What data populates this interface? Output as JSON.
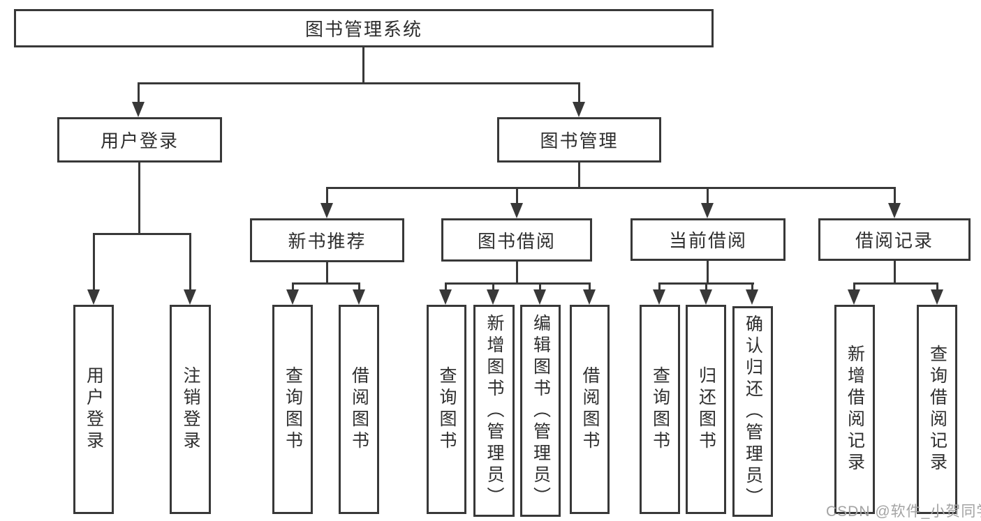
{
  "diagram": {
    "type": "hierarchy-tree",
    "title": "图书管理系统",
    "watermark": "CSDN @软件_小贺同学",
    "colors": {
      "line": "#383838",
      "text": "#2e2e2e",
      "box_bg": "#ffffff",
      "watermark": "#a3a3a3",
      "page_bg": "#ffffff"
    },
    "tree": {
      "label": "图书管理系统",
      "children": [
        {
          "label": "用户登录",
          "children": [
            {
              "label": "用户登录"
            },
            {
              "label": "注销登录"
            }
          ]
        },
        {
          "label": "图书管理",
          "children": [
            {
              "label": "新书推荐",
              "children": [
                {
                  "label": "查询图书"
                },
                {
                  "label": "借阅图书"
                }
              ]
            },
            {
              "label": "图书借阅",
              "children": [
                {
                  "label": "查询图书"
                },
                {
                  "label": "新增图书（管理员）"
                },
                {
                  "label": "编辑图书（管理员）"
                },
                {
                  "label": "借阅图书"
                }
              ]
            },
            {
              "label": "当前借阅",
              "children": [
                {
                  "label": "查询图书"
                },
                {
                  "label": "归还图书"
                },
                {
                  "label": "确认归还（管理员）"
                }
              ]
            },
            {
              "label": "借阅记录",
              "children": [
                {
                  "label": "新增借阅记录"
                },
                {
                  "label": "查询借阅记录"
                }
              ]
            }
          ]
        }
      ]
    }
  }
}
